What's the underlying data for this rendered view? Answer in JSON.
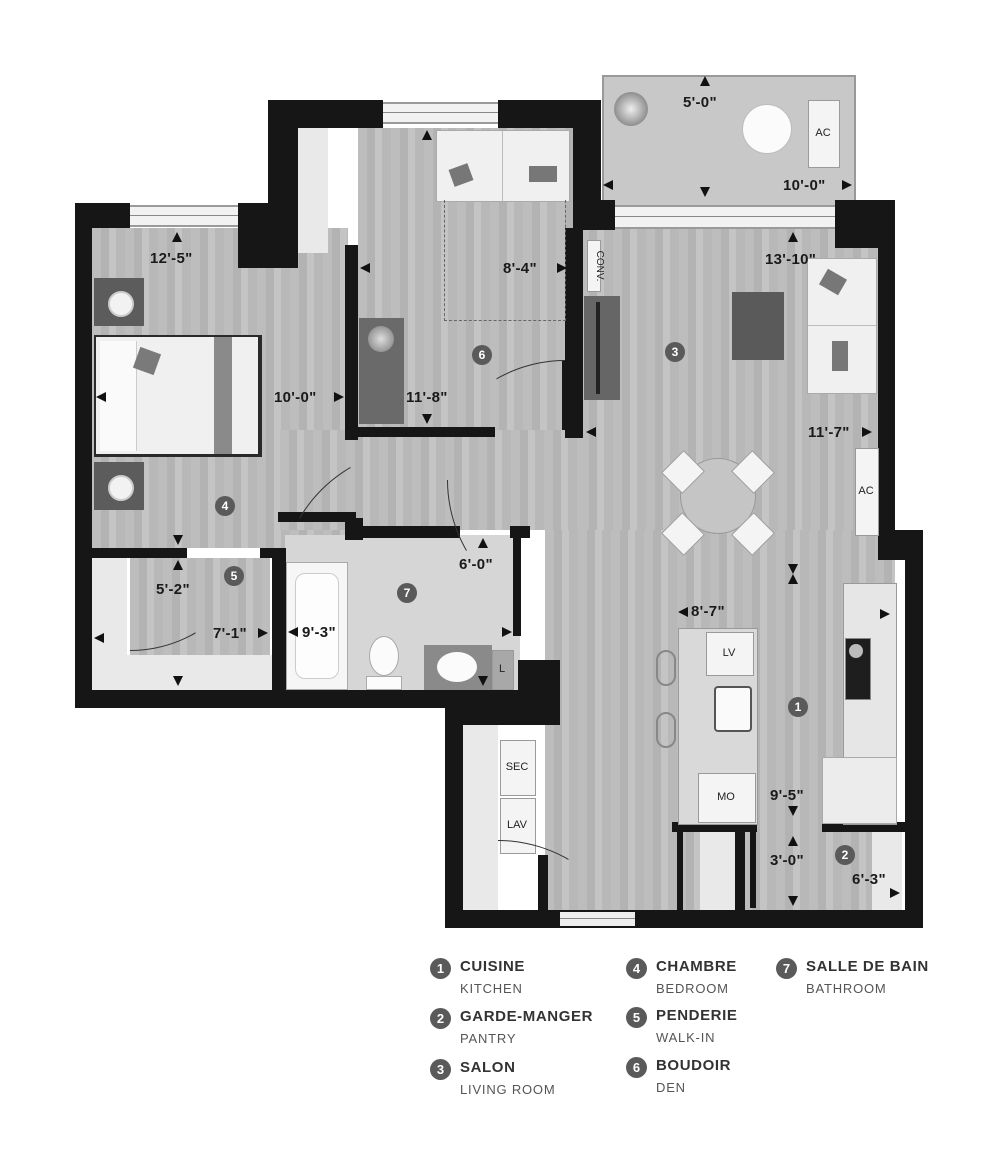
{
  "floorplan": {
    "rooms": [
      {
        "number": "1",
        "name_fr": "CUISINE",
        "name_en": "KITCHEN"
      },
      {
        "number": "2",
        "name_fr": "GARDE-MANGER",
        "name_en": "PANTRY"
      },
      {
        "number": "3",
        "name_fr": "SALON",
        "name_en": "LIVING ROOM"
      },
      {
        "number": "4",
        "name_fr": "CHAMBRE",
        "name_en": "BEDROOM"
      },
      {
        "number": "5",
        "name_fr": "PENDERIE",
        "name_en": "WALK-IN"
      },
      {
        "number": "6",
        "name_fr": "BOUDOIR",
        "name_en": "DEN"
      },
      {
        "number": "7",
        "name_fr": "SALLE DE BAIN",
        "name_en": "BATHROOM"
      }
    ],
    "dimensions": {
      "balcony_depth": "5'-0\"",
      "balcony_width": "10'-0\"",
      "bedroom_width": "12'-5\"",
      "bedroom_depth": "10'-0\"",
      "den_width": "8'-4\"",
      "den_depth": "11'-8\"",
      "living_width": "13'-10\"",
      "living_depth": "11'-7\"",
      "walkin_depth": "5'-2\"",
      "walkin_width": "7'-1\"",
      "bath_width": "9'-3\"",
      "bath_depth": "6'-0\"",
      "kitchen_width": "8'-7\"",
      "kitchen_depth": "9'-5\"",
      "pantry_depth": "3'-0\"",
      "pantry_width": "6'-3\""
    },
    "fixture_labels": {
      "ac_balcony": "AC",
      "ac_living": "AC",
      "conv": "CONV.",
      "dishwasher": "LV",
      "microwave": "MO",
      "dryer": "SEC",
      "washer": "LAV",
      "linen": "L"
    }
  }
}
